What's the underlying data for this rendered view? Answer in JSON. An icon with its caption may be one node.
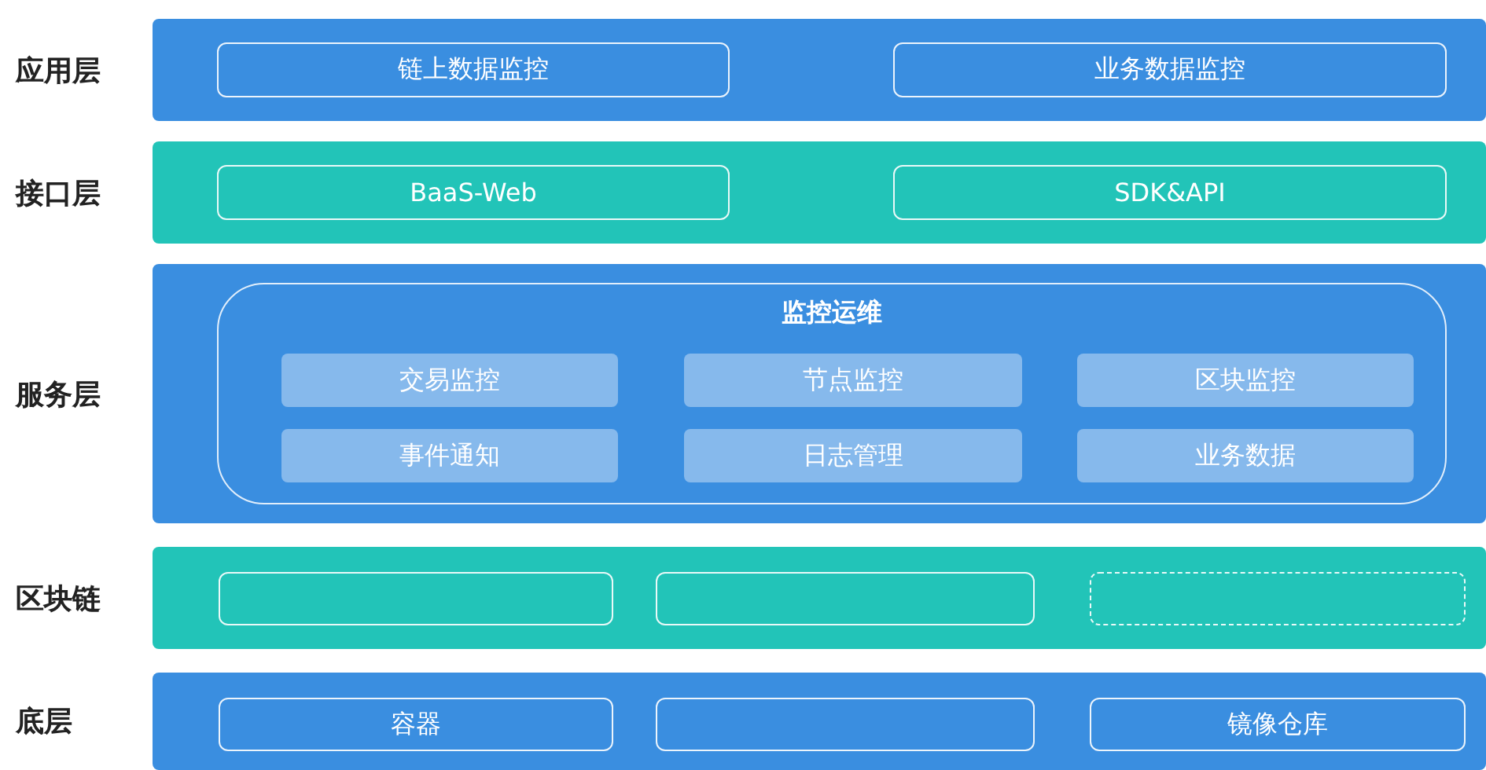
{
  "diagram": {
    "nodes": [
      {
        "text": [
          "应用层"
        ]
      },
      {
        "text": [
          "链上数据监控"
        ],
        "in": 0
      },
      {
        "text": [
          "业务数据监控"
        ],
        "in": 0
      },
      {
        "text": [
          "接口层"
        ]
      },
      {
        "text": [
          "BaaS-Web"
        ],
        "in": 3
      },
      {
        "text": [
          "SDK&API"
        ],
        "in": 3
      },
      {
        "text": [
          "服务层"
        ]
      },
      {
        "text": [
          "监控运维"
        ],
        "in": 6
      },
      {
        "text": [
          "交易监控"
        ],
        "in": 7
      },
      {
        "text": [
          "节点监控"
        ],
        "in": 7
      },
      {
        "text": [
          "区块监控"
        ],
        "in": 7
      },
      {
        "text": [
          "事件通知"
        ],
        "in": 7
      },
      {
        "text": [
          "日志管理"
        ],
        "in": 7
      },
      {
        "text": [
          "业务数据"
        ],
        "in": 7
      },
      {
        "text": [
          "区块链"
        ]
      },
      {
        "text": [],
        "shape": "box",
        "in": 14
      },
      {
        "text": [],
        "shape": "box",
        "in": 14
      },
      {
        "text": [],
        "shape": "box",
        "in": 14
      },
      {
        "text": [
          "底层"
        ]
      },
      {
        "text": [
          "容器"
        ],
        "in": 18
      },
      {
        "text": [],
        "shape": "box",
        "in": 18
      },
      {
        "text": [
          "镜像仓库"
        ],
        "in": 18
      }
    ]
  }
}
